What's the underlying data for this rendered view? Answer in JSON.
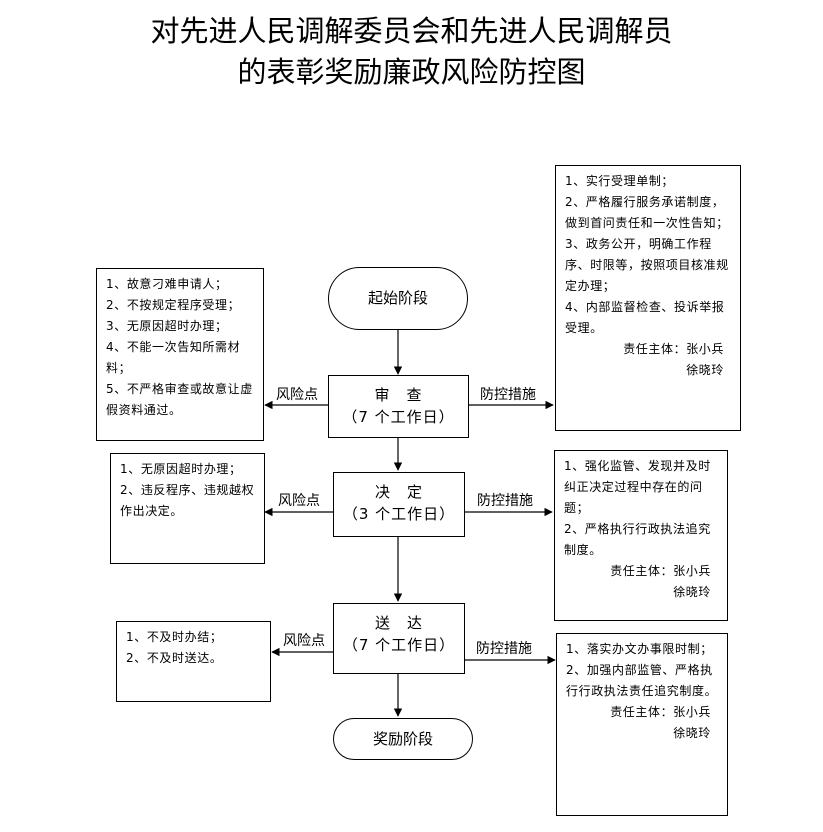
{
  "title": {
    "line1": "对先进人民调解委员会和先进人民调解员",
    "line2": "的表彰奖励廉政风险防控图"
  },
  "stages": {
    "start": "起始阶段",
    "end": "奖励阶段"
  },
  "steps": [
    {
      "name": "审　查",
      "days": "（7 个工作日）"
    },
    {
      "name": "决　定",
      "days": "（3 个工作日）"
    },
    {
      "name": "送　达",
      "days": "（7 个工作日）"
    }
  ],
  "labels": {
    "risk": "风险点",
    "control": "防控措施"
  },
  "risks": [
    [
      "1、故意刁难申请人；",
      "2、不按规定程序受理；",
      "3、无原因超时办理；",
      "4、不能一次告知所需材料；",
      "5、不严格审查或故意让虚假资料通过。"
    ],
    [
      "1、无原因超时办理；",
      "2、违反程序、违规越权作出决定。"
    ],
    [
      "1、不及时办结；",
      "2、不及时送达。"
    ]
  ],
  "controls": [
    {
      "items": [
        "1、实行受理单制；",
        "2、严格履行服务承诺制度，做到首问责任和一次性告知；",
        "3、政务公开，明确工作程序、时限等，按照项目核准规定办理；",
        "4、内部监督检查、投诉举报受理。"
      ],
      "resp1": "责任主体：张小兵",
      "resp2": "徐晓玲"
    },
    {
      "items": [
        "1、强化监管、发现并及时纠正决定过程中存在的问题；",
        "2、严格执行行政执法追究制度。"
      ],
      "resp1": "责任主体：张小兵",
      "resp2": "徐晓玲"
    },
    {
      "items": [
        "1、落实办文办事限时制；",
        "2、加强内部监管、严格执行行政执法责任追究制度。"
      ],
      "resp1": "责任主体：张小兵",
      "resp2": "徐晓玲"
    }
  ]
}
